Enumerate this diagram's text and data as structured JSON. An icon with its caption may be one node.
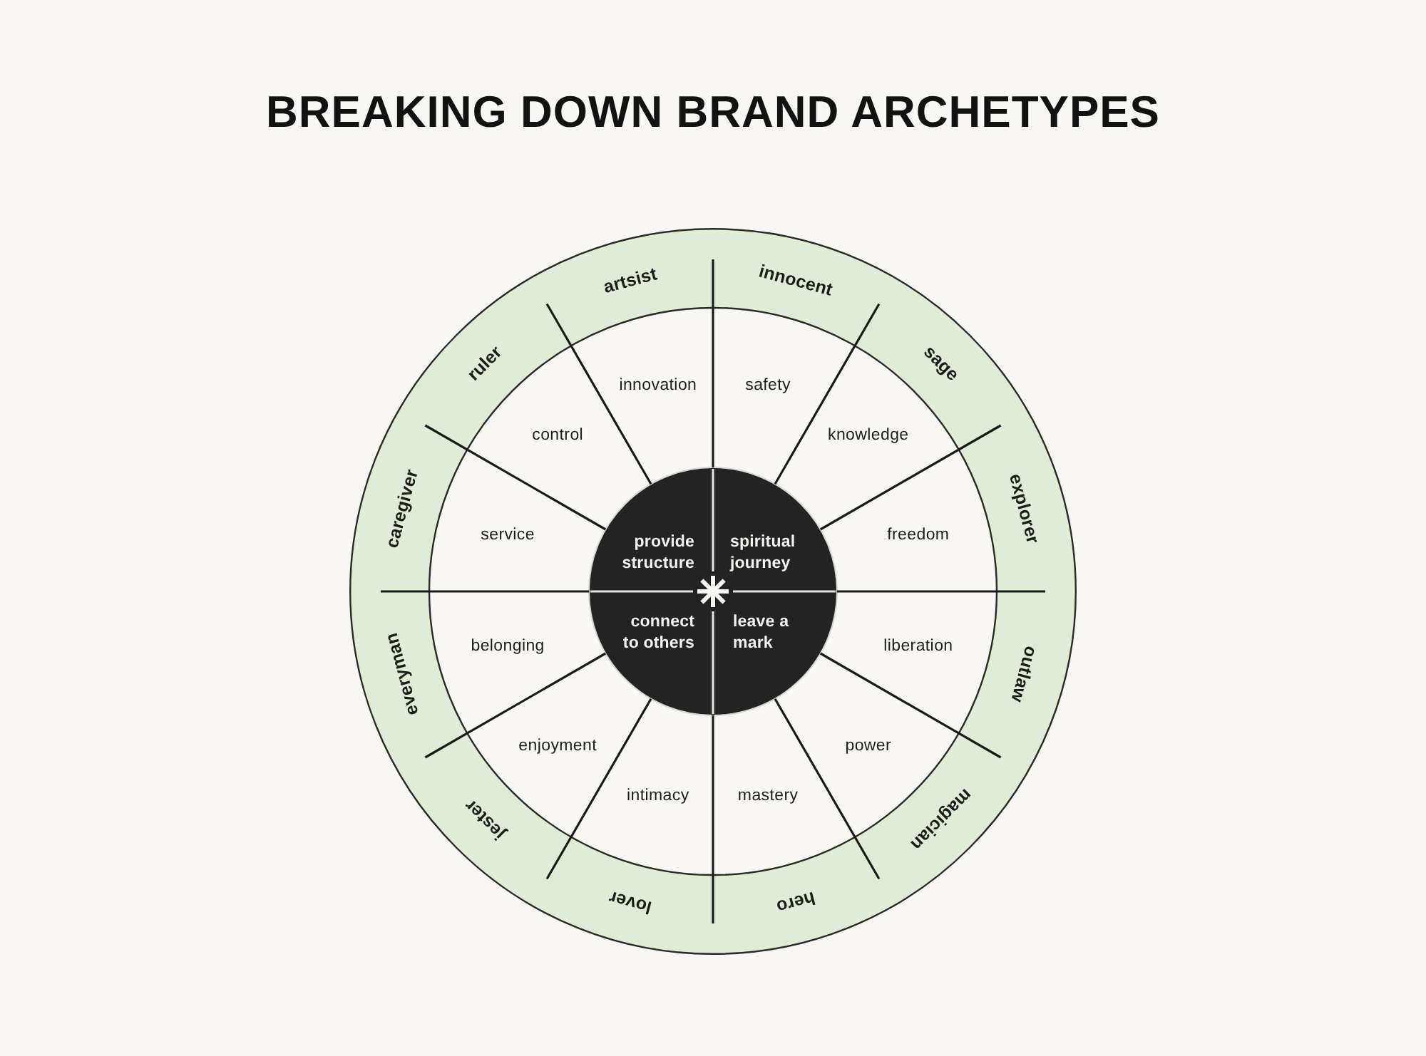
{
  "diagram": {
    "title": "BREAKING DOWN BRAND ARCHETYPES",
    "nodes": [
      {
        "text": [
          "innocent"
        ]
      },
      {
        "text": [
          "sage"
        ]
      },
      {
        "text": [
          "explorer"
        ]
      },
      {
        "text": [
          "outlaw"
        ]
      },
      {
        "text": [
          "magician"
        ]
      },
      {
        "text": [
          "hero"
        ]
      },
      {
        "text": [
          "lover"
        ]
      },
      {
        "text": [
          "jester"
        ]
      },
      {
        "text": [
          "everyman"
        ]
      },
      {
        "text": [
          "caregiver"
        ]
      },
      {
        "text": [
          "ruler"
        ]
      },
      {
        "text": [
          "artsist"
        ]
      },
      {
        "text": [
          "safety"
        ]
      },
      {
        "text": [
          "knowledge"
        ]
      },
      {
        "text": [
          "freedom"
        ]
      },
      {
        "text": [
          "liberation"
        ]
      },
      {
        "text": [
          "power"
        ]
      },
      {
        "text": [
          "mastery"
        ]
      },
      {
        "text": [
          "intimacy"
        ]
      },
      {
        "text": [
          "enjoyment"
        ]
      },
      {
        "text": [
          "belonging"
        ]
      },
      {
        "text": [
          "service"
        ]
      },
      {
        "text": [
          "control"
        ]
      },
      {
        "text": [
          "innovation"
        ]
      },
      {
        "text": [
          "spiritual journey"
        ]
      },
      {
        "text": [
          "leave a mark"
        ]
      },
      {
        "text": [
          "connect to others"
        ]
      },
      {
        "text": [
          "provide structure"
        ]
      }
    ]
  }
}
